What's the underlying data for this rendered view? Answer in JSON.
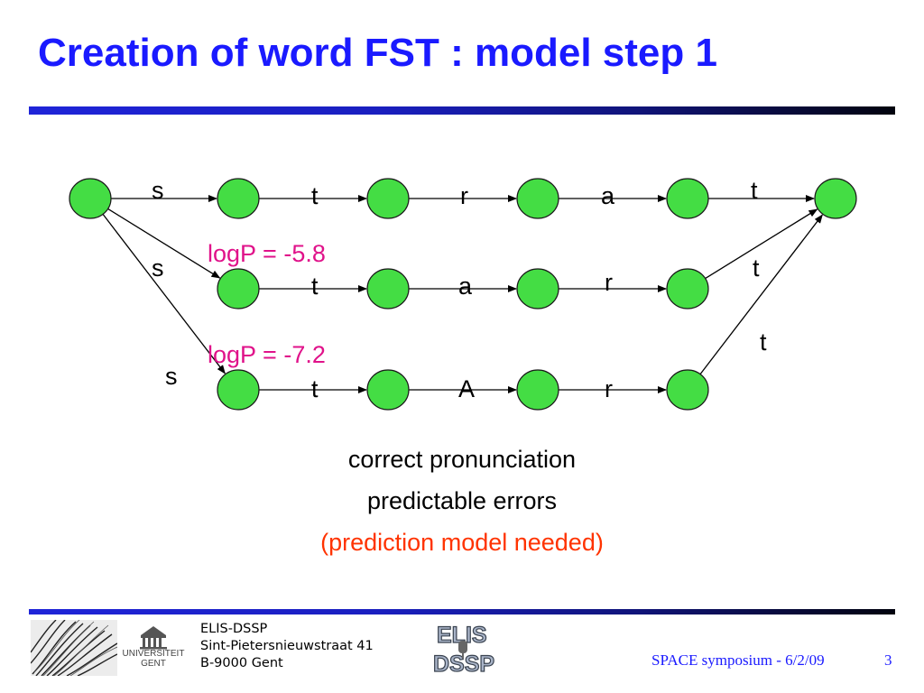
{
  "slide": {
    "title": "Creation of word FST : model step 1"
  },
  "diagram": {
    "node_color": "#44dd44",
    "edge_color": "#000000",
    "rows": [
      {
        "arcs": [
          "s",
          "t",
          "r",
          "a",
          "t"
        ]
      },
      {
        "arcs": [
          "s",
          "t",
          "a",
          "r",
          "t"
        ],
        "annotation": "logP = -5.8"
      },
      {
        "arcs": [
          "s",
          "t",
          "A",
          "r",
          "t"
        ],
        "annotation": "logP = -7.2"
      }
    ],
    "annotation_color": "#e0128a"
  },
  "notes": {
    "line1": "correct pronunciation",
    "line2": "predictable errors",
    "line3": "(prediction model needed)",
    "line3_color": "#ff3300"
  },
  "footer": {
    "address_line1": "ELIS-DSSP",
    "address_line2": "Sint-Pietersnieuwstraat 41",
    "address_line3": "B-9000 Gent",
    "event": "SPACE symposium - 6/2/09",
    "page_number": "3",
    "logo_ugent_line1": "UNIVERSITEIT",
    "logo_ugent_line2": "GENT",
    "logo_elis_line1": "ELIS",
    "logo_elis_line2": "DSSP"
  },
  "icons": [
    "photo-texture-logo",
    "university-building-icon",
    "elis-dssp-logo"
  ]
}
